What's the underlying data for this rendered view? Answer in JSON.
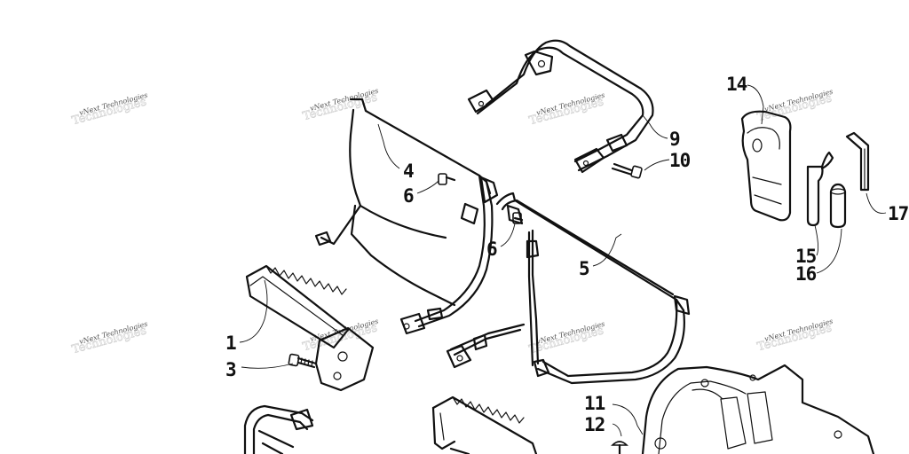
{
  "callouts": {
    "c1": "1",
    "c3": "3",
    "c4": "4",
    "c5": "5",
    "c6a": "6",
    "c6b": "6",
    "c9": "9",
    "c10": "10",
    "c11": "11",
    "c12": "12",
    "c14": "14",
    "c15": "15",
    "c16": "16",
    "c17": "17"
  },
  "watermark": {
    "text": "vNext Technologies",
    "ghost": "Technologies"
  }
}
